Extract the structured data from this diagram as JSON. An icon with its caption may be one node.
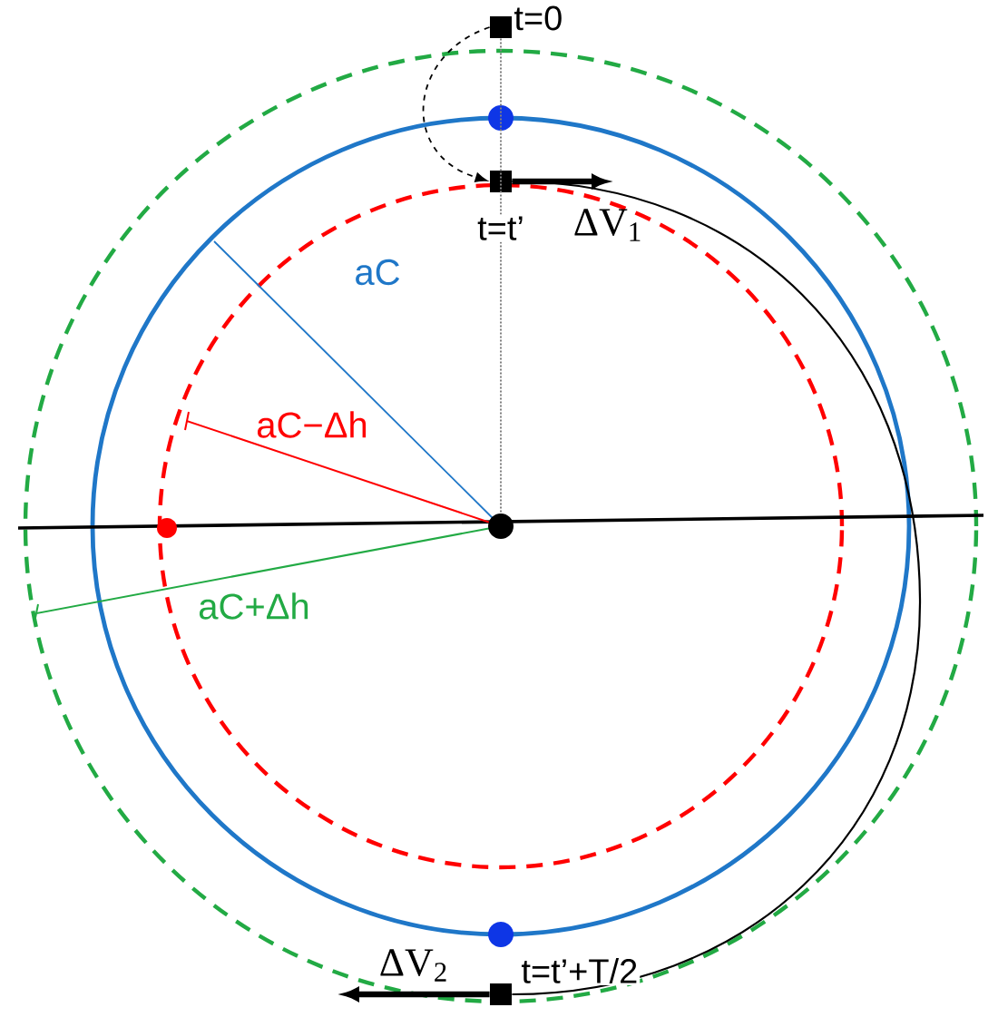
{
  "diagram": {
    "nodes": [
      {
        "text": [],
        "shape": "box",
        "beside": [
          "t=0"
        ]
      },
      {
        "text": [],
        "shape": "box",
        "beside": [
          "t=t’"
        ]
      },
      {
        "text": [],
        "shape": "box",
        "beside": [
          "t=t’+T/2"
        ]
      },
      {
        "text": [],
        "shape": "circle"
      }
    ],
    "edges": [
      {
        "from": 0,
        "to": 1,
        "arrow": "to",
        "style": "dashed"
      },
      {
        "from": 1,
        "to": null,
        "arrow": "to",
        "label": "ΔV$_{1}$",
        "style": "thick"
      },
      {
        "from": 1,
        "to": 2,
        "arrow": "none"
      },
      {
        "from": 2,
        "to": null,
        "arrow": "to",
        "label": "ΔV$_{2}$",
        "style": "thick"
      },
      {
        "from": 0,
        "to": 3,
        "arrow": "none",
        "style": "dashed",
        "color": "#808080"
      }
    ],
    "labels": [
      "aC",
      "aC−Δh",
      "aC+Δh"
    ]
  }
}
